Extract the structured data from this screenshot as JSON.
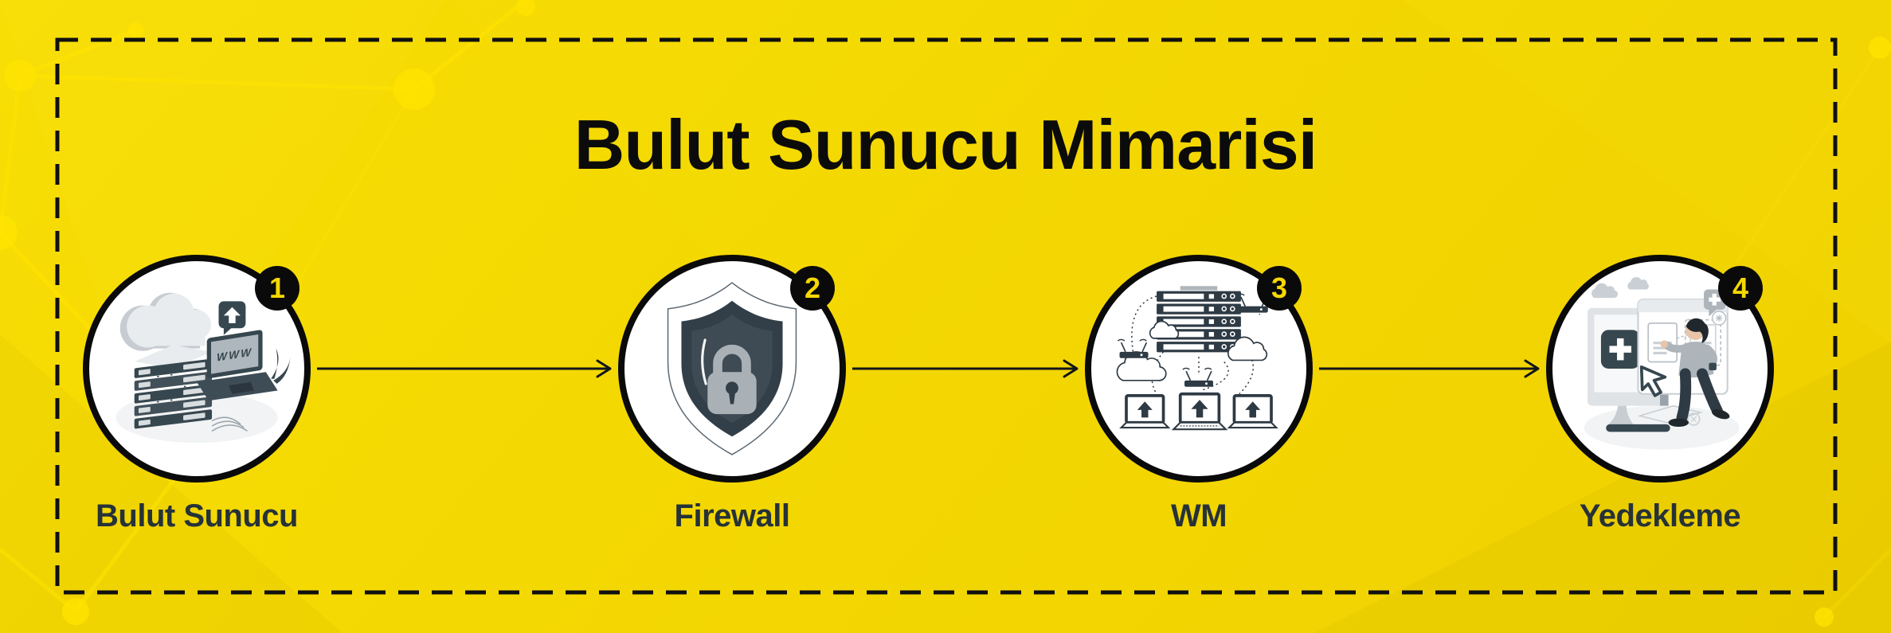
{
  "title": "Bulut Sunucu Mimarisi",
  "steps": [
    {
      "number": "1",
      "label": "Bulut Sunucu",
      "icon": "cloud-server-upload-illustration",
      "screen_text": "WWW"
    },
    {
      "number": "2",
      "label": "Firewall",
      "icon": "shield-lock-illustration"
    },
    {
      "number": "3",
      "label": "WM",
      "icon": "server-network-laptops-illustration"
    },
    {
      "number": "4",
      "label": "Yedekleme",
      "icon": "backup-screen-person-illustration"
    }
  ],
  "colors": {
    "background": "#F3D801",
    "background_highlight": "#FFE400",
    "title": "#0B0B0B",
    "label": "#263238",
    "circle_fill": "#FFFFFF",
    "circle_border": "#0A0A0A",
    "badge_fill": "#0A0A0A",
    "badge_text": "#F5D800",
    "arrow": "#10151A",
    "dashed_border": "#101010",
    "illustration_dark": "#37474F",
    "illustration_gray": "#A9B1B7",
    "illustration_light": "#E9ECEE"
  }
}
